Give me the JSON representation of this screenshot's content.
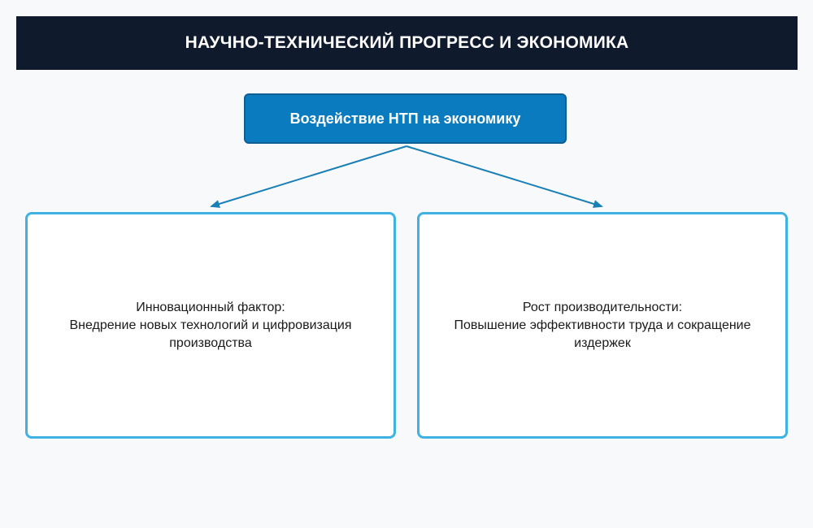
{
  "header": {
    "title": "НАУЧНО-ТЕХНИЧЕСКИЙ ПРОГРЕСС И ЭКОНОМИКА"
  },
  "root": {
    "label": "Воздействие НТП на экономику"
  },
  "children": [
    {
      "heading": "Инновационный фактор:",
      "description": "Внедрение новых технологий и цифровизация производства"
    },
    {
      "heading": "Рост производительности:",
      "description": "Повышение эффективности труда и сокращение издержек"
    }
  ],
  "colors": {
    "header_bg": "#0f1a2c",
    "root_bg": "#0a7bbf",
    "child_border": "#3fb2e3",
    "connector": "#1a7fb5",
    "page_bg": "#f7f9fb"
  }
}
